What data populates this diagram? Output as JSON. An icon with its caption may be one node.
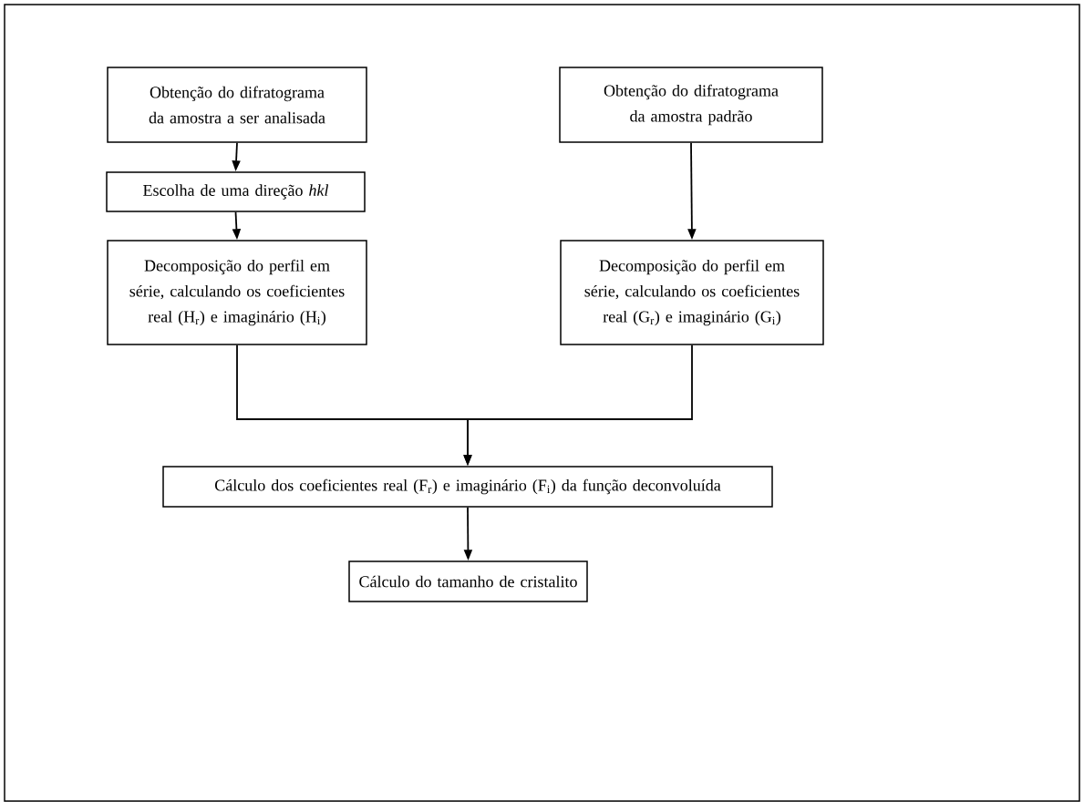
{
  "diagram": {
    "nodes": [
      {
        "text": [
          "Obtenção do difratograma da amostra a ser analisada"
        ]
      },
      {
        "text": [
          "Obtenção do difratograma da amostra padrão"
        ]
      },
      {
        "text": [
          "Escolha de uma direção *hkl*"
        ]
      },
      {
        "text": [
          "Decomposição do perfil em série, calculando os coeficientes real (H$_{r}$) e imaginário (H$_{i}$)"
        ]
      },
      {
        "text": [
          "Decomposição do perfil em série, calculando os coeficientes real (G$_{r}$) e imaginário (G$_{i}$)"
        ]
      },
      {
        "text": [
          "Cálculo dos coeficientes real (F$_{r}$) e imaginário (F$_{i}$) da função deconvoluída"
        ]
      },
      {
        "text": [
          "Cálculo do tamanho de cristalito"
        ]
      }
    ],
    "edges": [
      {
        "from": 0,
        "to": 2,
        "arrow": "to"
      },
      {
        "from": 2,
        "to": 3,
        "arrow": "to"
      },
      {
        "from": 1,
        "to": 4,
        "arrow": "to"
      },
      {
        "from": 3,
        "to": 5,
        "arrow": "to"
      },
      {
        "from": 4,
        "to": 5,
        "arrow": "to"
      },
      {
        "from": 5,
        "to": 6,
        "arrow": "to"
      }
    ]
  }
}
